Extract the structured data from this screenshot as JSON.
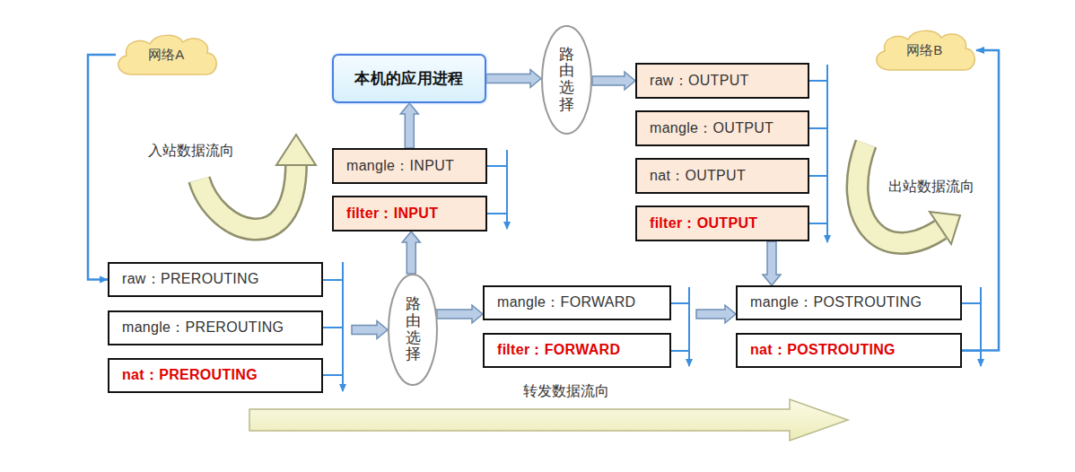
{
  "diagram": {
    "nodes": [
      {
        "text": [
          "网络A"
        ]
      },
      {
        "text": [
          "本机的应用进程"
        ]
      },
      {
        "text": [
          "路由选择"
        ]
      },
      {
        "text": [
          "raw：OUTPUT"
        ]
      },
      {
        "text": [
          "mangle：OUTPUT"
        ]
      },
      {
        "text": [
          "nat：OUTPUT"
        ]
      },
      {
        "text": [
          "filter：OUTPUT"
        ]
      },
      {
        "text": [
          "网络B"
        ]
      },
      {
        "text": [
          "mangle：INPUT"
        ]
      },
      {
        "text": [
          "filter：INPUT"
        ]
      },
      {
        "text": [
          "raw：PREROUTING"
        ]
      },
      {
        "text": [
          "mangle：PREROUTING"
        ]
      },
      {
        "text": [
          "nat：PREROUTING"
        ]
      },
      {
        "text": [
          "路由选择"
        ]
      },
      {
        "text": [
          "mangle：FORWARD"
        ]
      },
      {
        "text": [
          "filter：FORWARD"
        ]
      },
      {
        "text": [
          "mangle：POSTROUTING"
        ]
      },
      {
        "text": [
          "nat：POSTROUTING"
        ]
      }
    ],
    "edges": [
      {
        "from": 0,
        "to": 10,
        "arrow": "to"
      },
      {
        "from": 11,
        "to": 13,
        "arrow": "to"
      },
      {
        "from": 13,
        "to": 9,
        "arrow": "to"
      },
      {
        "from": 8,
        "to": 1,
        "arrow": "to"
      },
      {
        "from": 1,
        "to": 2,
        "arrow": "to"
      },
      {
        "from": 2,
        "to": 3,
        "arrow": "to"
      },
      {
        "from": 6,
        "to": 16,
        "arrow": "to"
      },
      {
        "from": 13,
        "to": 14,
        "arrow": "to"
      },
      {
        "from": 14,
        "to": 16,
        "arrow": "to"
      },
      {
        "from": 17,
        "to": 7,
        "arrow": "to"
      }
    ],
    "labels": [
      "入站数据流向",
      "出站数据流向",
      "转发数据流向"
    ]
  }
}
